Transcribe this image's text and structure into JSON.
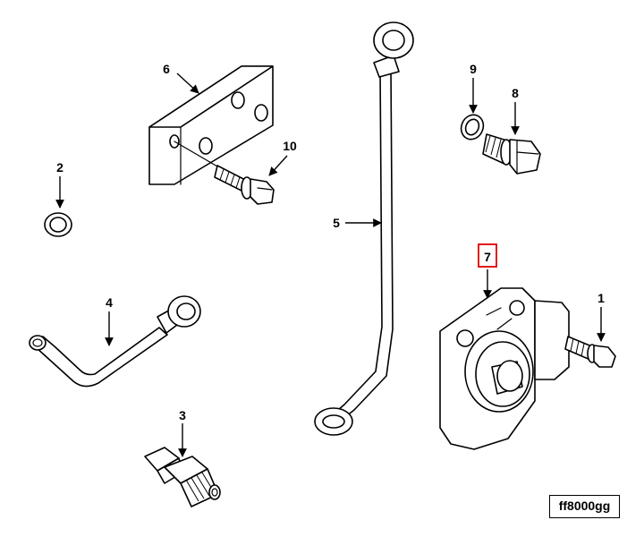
{
  "labels": {
    "p1": "1",
    "p2": "2",
    "p3": "3",
    "p4": "4",
    "p5": "5",
    "p6": "6",
    "p7": "7",
    "p8": "8",
    "p9": "9",
    "p10": "10"
  },
  "highlighted_label": "7",
  "highlight_color": "#e00000",
  "diagram_code": "ff8000gg"
}
